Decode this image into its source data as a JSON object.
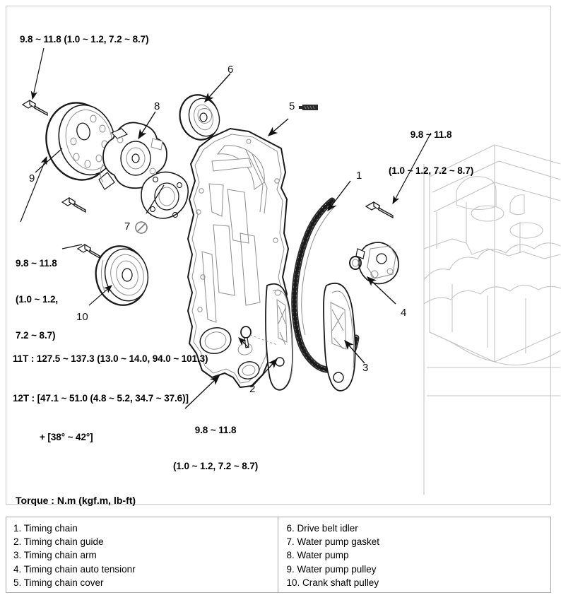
{
  "figure": {
    "title_note": "Torque : N.m (kgf.m, lb-ft)",
    "torque_specs": {
      "top_left": "9.8 ~ 11.8 (1.0 ~ 1.2, 7.2 ~ 8.7)",
      "left_middle_line1": "9.8 ~ 11.8",
      "left_middle_line2": "(1.0 ~ 1.2,",
      "left_middle_line3": "7.2 ~ 8.7)",
      "right_line1": "9.8 ~ 11.8",
      "right_line2": "(1.0 ~ 1.2, 7.2 ~ 8.7)",
      "bolt_11t": "11T : 127.5 ~ 137.3 (13.0 ~ 14.0, 94.0 ~ 101.3)",
      "bolt_12t": "12T : [47.1 ~ 51.0 (4.8 ~ 5.2, 34.7 ~ 37.6)]",
      "bolt_12t_angle": "+ [38° ~ 42°]",
      "bottom_line1": "9.8 ~ 11.8",
      "bottom_line2": "(1.0 ~ 1.2, 7.2 ~ 8.7)"
    },
    "callouts": {
      "c1": "1",
      "c2": "2",
      "c3": "3",
      "c4": "4",
      "c5": "5",
      "c6": "6",
      "c7": "7",
      "c8": "8",
      "c9": "9",
      "c10": "10"
    }
  },
  "legend": {
    "left": [
      "1. Timing chain",
      "2. Timing chain guide",
      "3. Timing chain arm",
      "4. Timing chain auto tensionr",
      "5. Timing chain cover"
    ],
    "right": [
      "6. Drive belt idler",
      "7. Water pump gasket",
      "8. Water pump",
      "9. Water pump pulley",
      "10. Crank shaft pulley"
    ]
  },
  "colors": {
    "line": "#1a1a1a",
    "ghost": "#c4c4c4",
    "detail": "#8d8d8d",
    "frame": "#c8c8c8",
    "legend_border": "#a9a9a9"
  }
}
